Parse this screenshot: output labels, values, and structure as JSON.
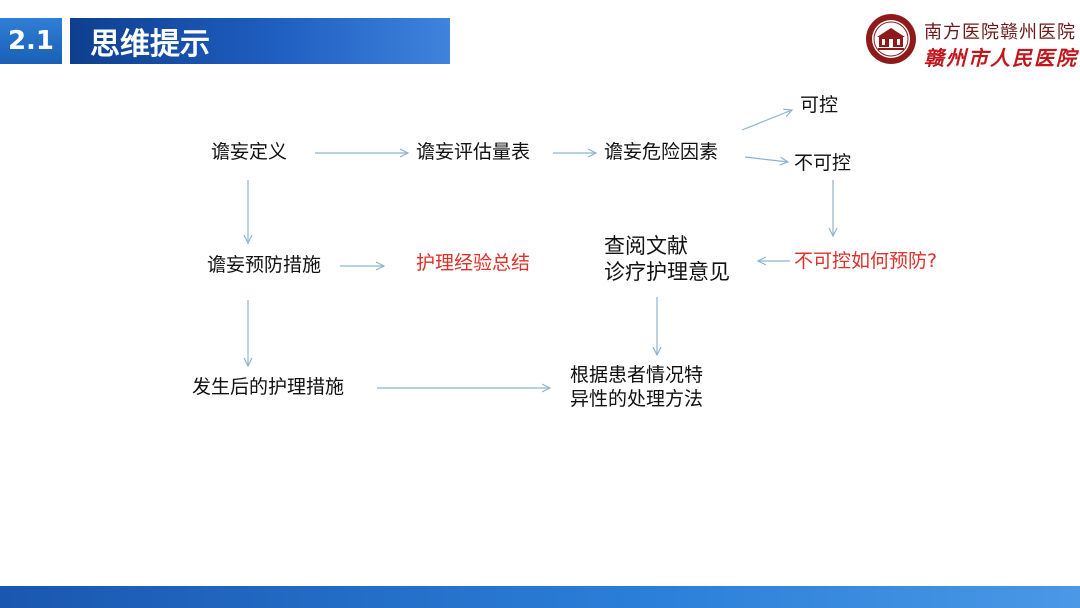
{
  "header": {
    "section_number": "2.1",
    "title": "思维提示"
  },
  "logo": {
    "line1": "南方医院赣州医院",
    "line2": "赣州市人民医院"
  },
  "colors": {
    "header_blue": "#1f5fc1",
    "arrow": "#8fb3cf",
    "highlight_red": "#e0302a",
    "logo_red": "#c0171d"
  },
  "nodes": {
    "definition": "谵妄定义",
    "assessment": "谵妄评估量表",
    "risk_factors": "谵妄危险因素",
    "controllable": "可控",
    "uncontrollable": "不可控",
    "prevention": "谵妄预防措施",
    "experience": "护理经验总结",
    "literature_line1": "查阅文献",
    "literature_line2": "诊疗护理意见",
    "uncontrollable_prevention": "不可控如何预防?",
    "after_occurrence": "发生后的护理措施",
    "method_line1": "根据患者情况特",
    "method_line2": "异性的处理方法"
  }
}
